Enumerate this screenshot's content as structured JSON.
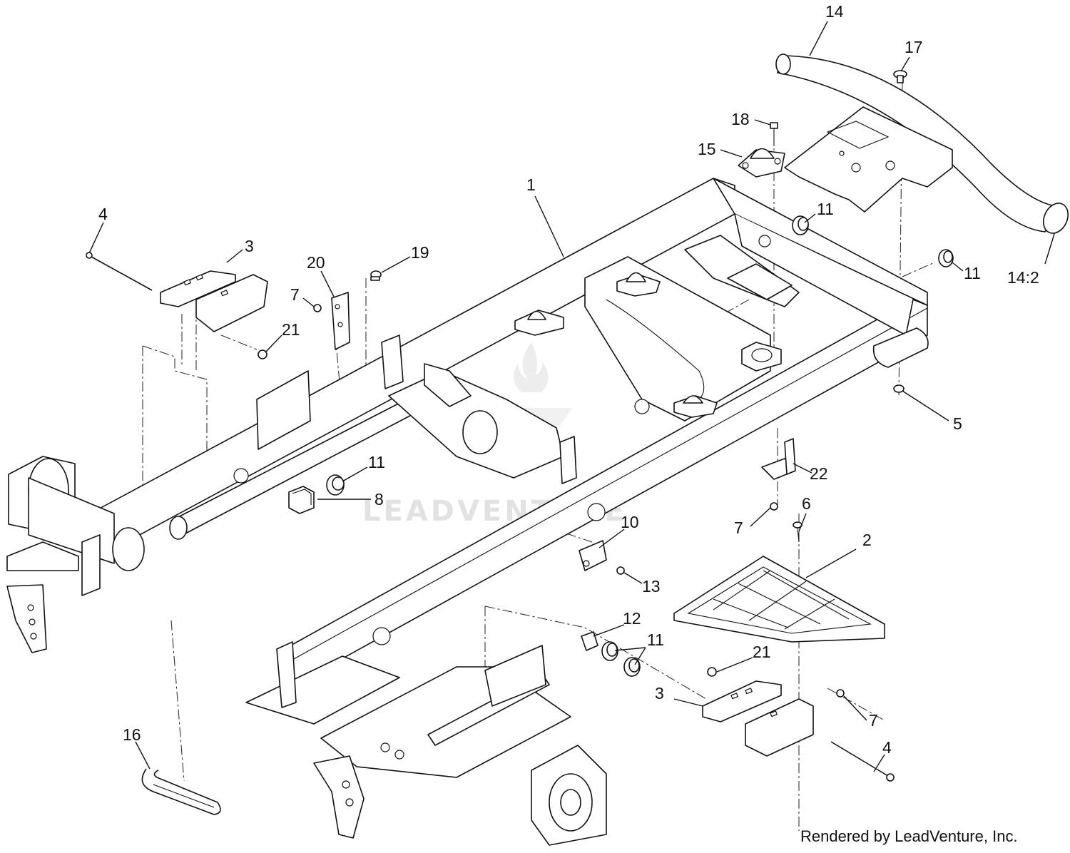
{
  "watermark": "LEADVENTURE",
  "credit": "Rendered by LeadVenture, Inc.",
  "callouts": [
    {
      "id": "c14-top",
      "label": "14"
    },
    {
      "id": "c17",
      "label": "17"
    },
    {
      "id": "c18",
      "label": "18"
    },
    {
      "id": "c15",
      "label": "15"
    },
    {
      "id": "c1",
      "label": "1"
    },
    {
      "id": "c11-a",
      "label": "11"
    },
    {
      "id": "c11-b",
      "label": "11"
    },
    {
      "id": "c14-2",
      "label": "14:2"
    },
    {
      "id": "c4-top",
      "label": "4"
    },
    {
      "id": "c3-top",
      "label": "3"
    },
    {
      "id": "c20",
      "label": "20"
    },
    {
      "id": "c19",
      "label": "19"
    },
    {
      "id": "c7-a",
      "label": "7"
    },
    {
      "id": "c21-top",
      "label": "21"
    },
    {
      "id": "c5",
      "label": "5"
    },
    {
      "id": "c22",
      "label": "22"
    },
    {
      "id": "c11-c",
      "label": "11"
    },
    {
      "id": "c8",
      "label": "8"
    },
    {
      "id": "c6",
      "label": "6"
    },
    {
      "id": "c7-b",
      "label": "7"
    },
    {
      "id": "c2",
      "label": "2"
    },
    {
      "id": "c10",
      "label": "10"
    },
    {
      "id": "c13",
      "label": "13"
    },
    {
      "id": "c12",
      "label": "12"
    },
    {
      "id": "c11-d",
      "label": "11"
    },
    {
      "id": "c21-bot",
      "label": "21"
    },
    {
      "id": "c3-bot",
      "label": "3"
    },
    {
      "id": "c7-c",
      "label": "7"
    },
    {
      "id": "c4-bot",
      "label": "4"
    },
    {
      "id": "c16",
      "label": "16"
    }
  ]
}
